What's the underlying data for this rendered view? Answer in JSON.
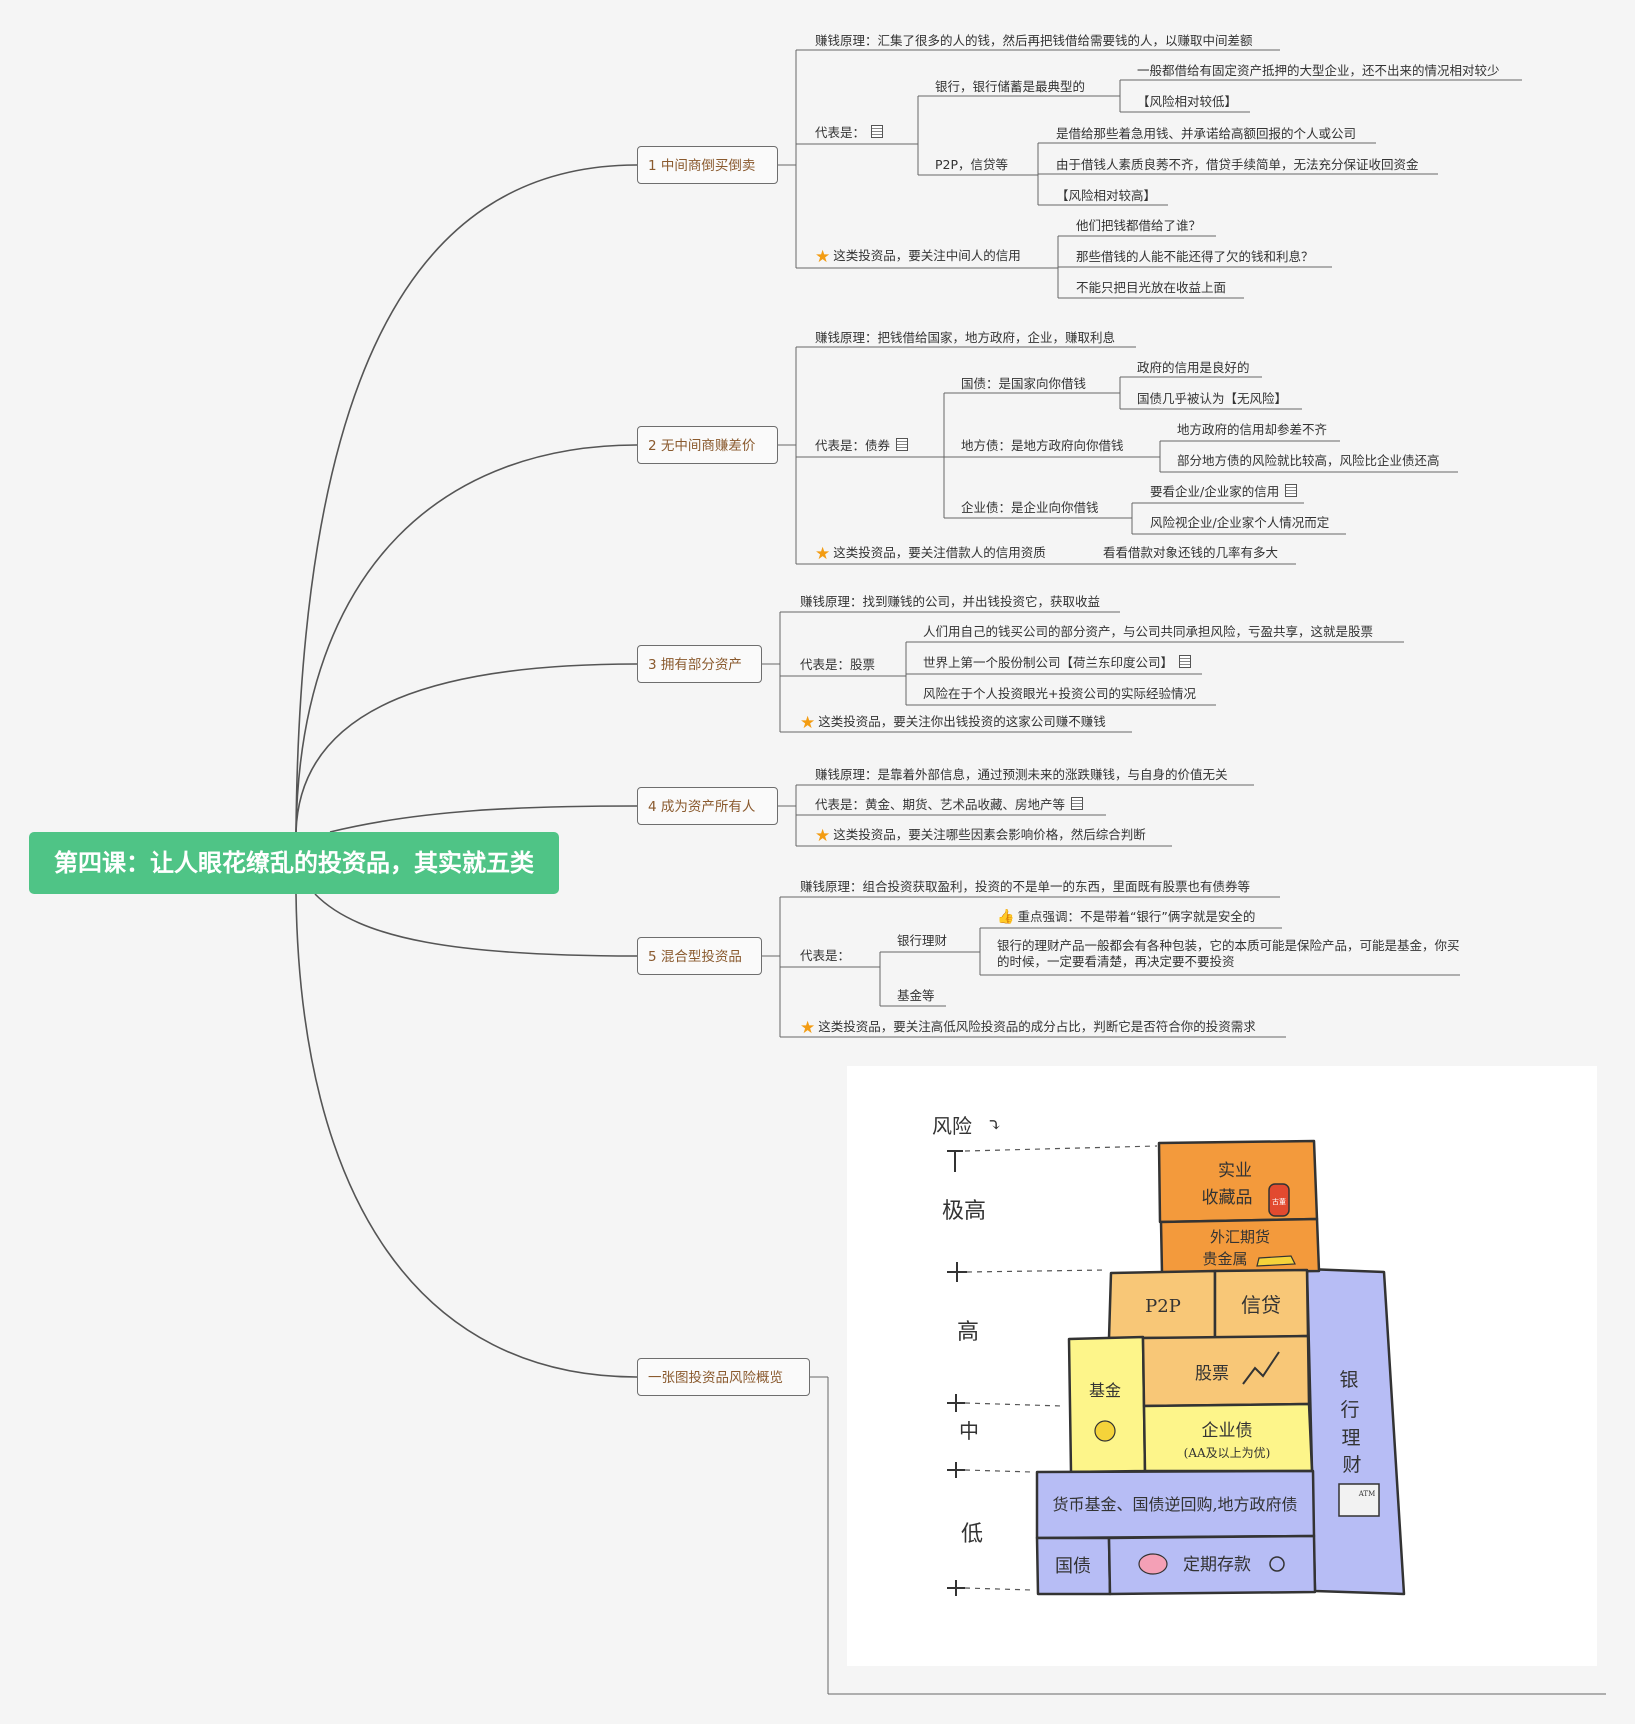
{
  "root": {
    "title": "第四课：让人眼花缭乱的投资品，其实就五类"
  },
  "b1": {
    "label": "1 中间商倒买倒卖",
    "principle": "赚钱原理：汇集了很多的人的钱，然后再把钱借给需要钱的人，以赚取中间差额",
    "rep": "代表是：",
    "bank": "银行，银行储蓄是最典型的",
    "bank_c1": "一般都借给有固定资产抵押的大型企业，还不出来的情况相对较少",
    "bank_c2": "【风险相对较低】",
    "p2p": "P2P，信贷等",
    "p2p_c1": "是借给那些着急用钱、并承诺给高额回报的个人或公司",
    "p2p_c2": "由于借钱人素质良莠不齐，借贷手续简单，无法充分保证收回资金",
    "p2p_c3": "【风险相对较高】",
    "focus": "这类投资品，要关注中间人的信用",
    "f1": "他们把钱都借给了谁？",
    "f2": "那些借钱的人能不能还得了欠的钱和利息？",
    "f3": "不能只把目光放在收益上面"
  },
  "b2": {
    "label": "2 无中间商赚差价",
    "principle": "赚钱原理：把钱借给国家，地方政府，企业，赚取利息",
    "rep": "代表是：债券",
    "gz": "国债：是国家向你借钱",
    "gz_c1": "政府的信用是良好的",
    "gz_c2": "国债几乎被认为【无风险】",
    "df": "地方债：是地方政府向你借钱",
    "df_c1": "地方政府的信用却参差不齐",
    "df_c2": "部分地方债的风险就比较高，风险比企业债还高",
    "qy": "企业债：是企业向你借钱",
    "qy_c1": "要看企业/企业家的信用",
    "qy_c2": "风险视企业/企业家个人情况而定",
    "focus": "这类投资品，要关注借款人的信用资质",
    "focus_c": "看看借款对象还钱的几率有多大"
  },
  "b3": {
    "label": "3 拥有部分资产",
    "principle": "赚钱原理：找到赚钱的公司，并出钱投资它，获取收益",
    "rep": "代表是：股票",
    "c1": "人们用自己的钱买公司的部分资产，与公司共同承担风险，亏盈共享，这就是股票",
    "c2": "世界上第一个股份制公司【荷兰东印度公司】",
    "c3": "风险在于个人投资眼光+投资公司的实际经验情况",
    "focus": "这类投资品，要关注你出钱投资的这家公司赚不赚钱"
  },
  "b4": {
    "label": "4 成为资产所有人",
    "principle": "赚钱原理：是靠着外部信息，通过预测未来的涨跌赚钱，与自身的价值无关",
    "rep": "代表是：黄金、期货、艺术品收藏、房地产等",
    "focus": "这类投资品，要关注哪些因素会影响价格，然后综合判断"
  },
  "b5": {
    "label": "5 混合型投资品",
    "principle": "赚钱原理：组合投资获取盈利，投资的不是单一的东西，里面既有股票也有债券等",
    "rep": "代表是：",
    "lc": "银行理财",
    "lc_c1": "重点强调：不是带着“银行”俩字就是安全的",
    "lc_c2": "银行的理财产品一般都会有各种包装，它的本质可能是保险产品，可能是基金，你买的时候，一定要看清楚，再决定要不要投资",
    "fund": "基金等",
    "focus": "这类投资品，要关注高低风险投资品的成分占比，判断它是否符合你的投资需求"
  },
  "b6": {
    "label": "一张图投资品风险概览"
  },
  "pyramid": {
    "axis_title": "风险",
    "level_vh": "极高",
    "level_h": "高",
    "level_m": "中",
    "level_l": "低",
    "sy": "实业",
    "scp": "收藏品",
    "bottle": "古董",
    "wh": "外汇期货",
    "gjs": "贵金属",
    "p2p": "P2P",
    "xd": "信贷",
    "jj": "基金",
    "gp": "股票",
    "qyz": "企业债",
    "qyz_note": "(AA及以上为优)",
    "hb": "货币基金、国债逆回购,地方政府债",
    "gz": "国债",
    "dq": "定期存款",
    "yh": "银行理财",
    "atm": "ATM",
    "colors": {
      "orange": "#f39a3c",
      "light_orange": "#f8c777",
      "yellow": "#fdf58a",
      "blue": "#b7bdf5"
    }
  }
}
